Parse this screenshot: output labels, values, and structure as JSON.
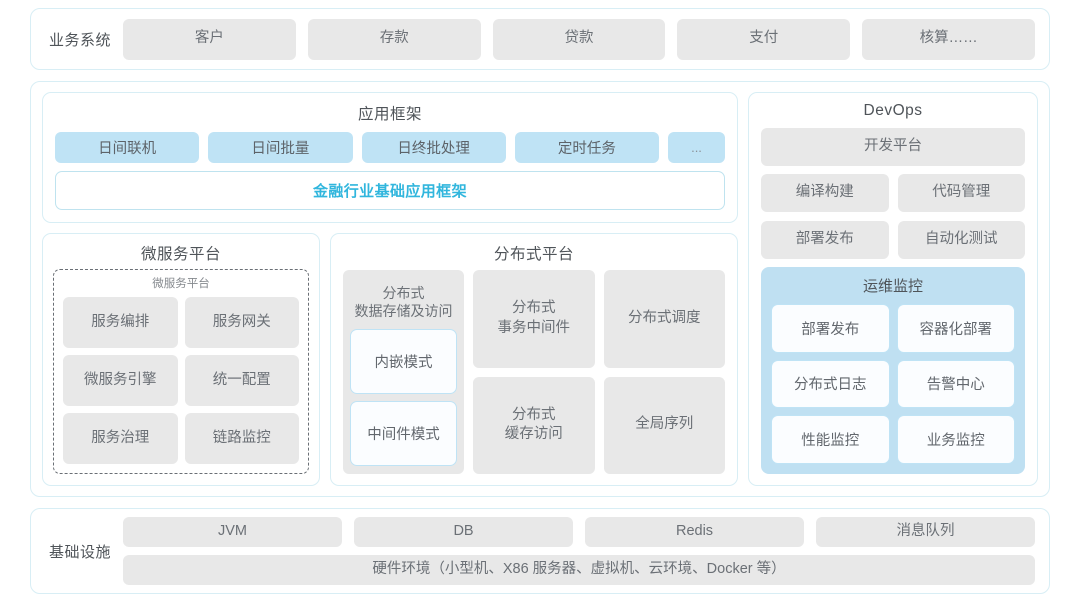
{
  "colors": {
    "shell_border": "#d8eef5",
    "chip_gray": "#e8e8e8",
    "chip_blue": "#bfe3f5",
    "ops_panel": "#bfe0f2",
    "accent_cyan": "#31b6dd",
    "text_gray": "#6b7076"
  },
  "business": {
    "label": "业务系统",
    "items": [
      "客户",
      "存款",
      "贷款",
      "支付",
      "核算……"
    ]
  },
  "app_framework": {
    "title": "应用框架",
    "tags": [
      "日间联机",
      "日间批量",
      "日终批处理",
      "定时任务"
    ],
    "ellipsis": "...",
    "bar": "金融行业基础应用框架"
  },
  "microservice": {
    "title": "微服务平台",
    "inner_label": "微服务平台",
    "items": [
      "服务编排",
      "服务网关",
      "微服务引擎",
      "统一配置",
      "服务治理",
      "链路监控"
    ]
  },
  "distributed": {
    "title": "分布式平台",
    "tall": {
      "title": "分布式\n数据存储及访问",
      "modes": [
        "内嵌模式",
        "中间件模式"
      ]
    },
    "grid": [
      "分布式\n事务中间件",
      "分布式调度",
      "分布式\n缓存访问",
      "全局序列"
    ]
  },
  "devops": {
    "title": "DevOps",
    "platform": "开发平台",
    "items": [
      "编译构建",
      "代码管理",
      "部署发布",
      "自动化测试"
    ],
    "ops": {
      "title": "运维监控",
      "items": [
        "部署发布",
        "容器化部署",
        "分布式日志",
        "告警中心",
        "性能监控",
        "业务监控"
      ]
    }
  },
  "infrastructure": {
    "label": "基础设施",
    "items": [
      "JVM",
      "DB",
      "Redis",
      "消息队列"
    ],
    "hardware": "硬件环境（小型机、X86 服务器、虚拟机、云环境、Docker 等）"
  }
}
